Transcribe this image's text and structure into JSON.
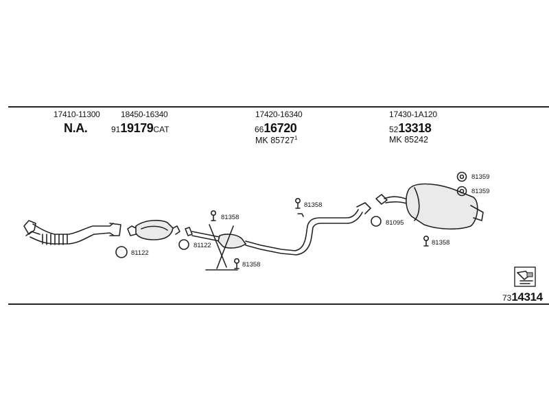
{
  "columns": [
    {
      "part_no": "17410-11300",
      "code": "N.A.",
      "code_prefix": "",
      "code_suffix": "",
      "mk": ""
    },
    {
      "part_no": "18450-16340",
      "code_prefix": "91",
      "code": "19179",
      "code_suffix": "CAT",
      "mk": ""
    },
    {
      "part_no": "17420-16340",
      "code_prefix": "66",
      "code": "16720",
      "code_suffix": "",
      "mk": "MK 85727",
      "mk_note": "1"
    },
    {
      "part_no": "17430-1A120",
      "code_prefix": "52",
      "code": "13318",
      "code_suffix": "",
      "mk": "MK 85242"
    }
  ],
  "refs": {
    "r81122_a": "81122",
    "r81122_b": "81122",
    "r81358_a": "81358",
    "r81358_b": "81358",
    "r81358_c": "81358",
    "r81358_d": "81358",
    "r81095": "81095",
    "r81359_a": "81359",
    "r81359_b": "81359"
  },
  "footer": {
    "prefix": "73",
    "number": "14314"
  }
}
